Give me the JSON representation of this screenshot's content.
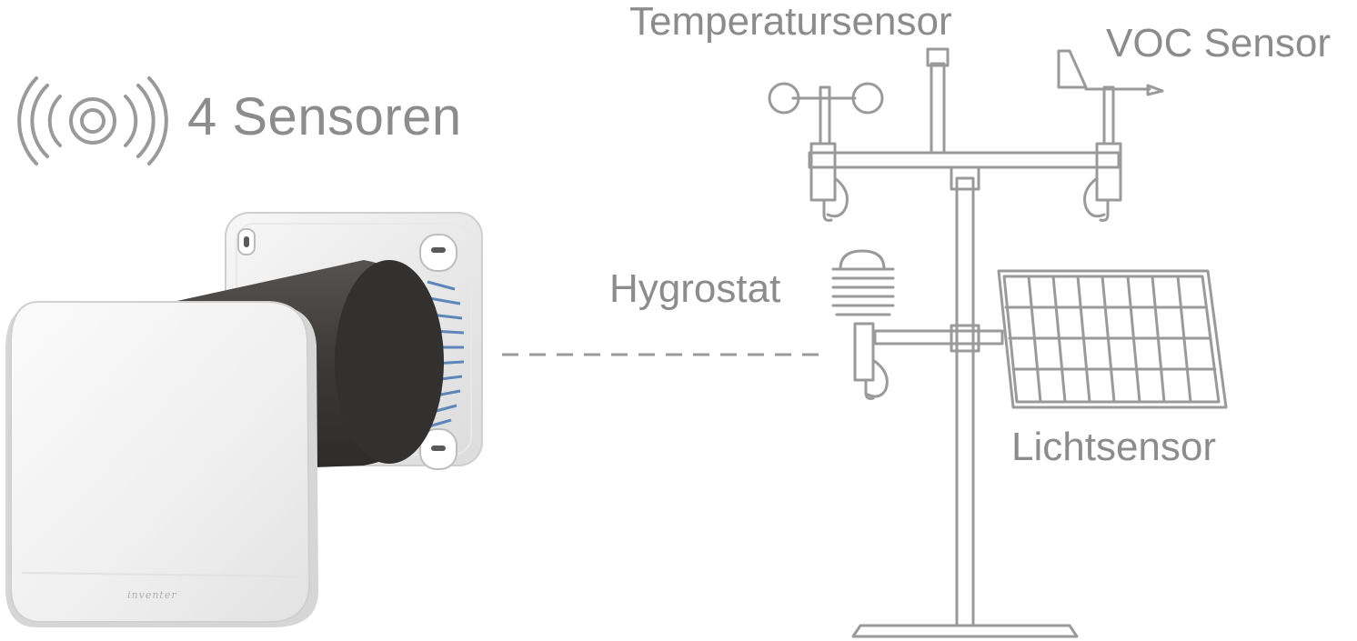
{
  "labels": {
    "sensor_count": "4 Sensoren",
    "temperature": "Temperatursensor",
    "voc": "VOC Sensor",
    "hygrostat": "Hygrostat",
    "light": "Lichtsensor"
  },
  "device": {
    "brand": "inventer"
  },
  "icons": {
    "signal": "wireless-signal-icon",
    "station": "weather-station-icon"
  },
  "colors": {
    "text": "#8c8c8c",
    "line": "#9a9a9a",
    "tube": "#3d3c3b",
    "cover": "#f3f3f3",
    "fan": "#5f86b8"
  }
}
